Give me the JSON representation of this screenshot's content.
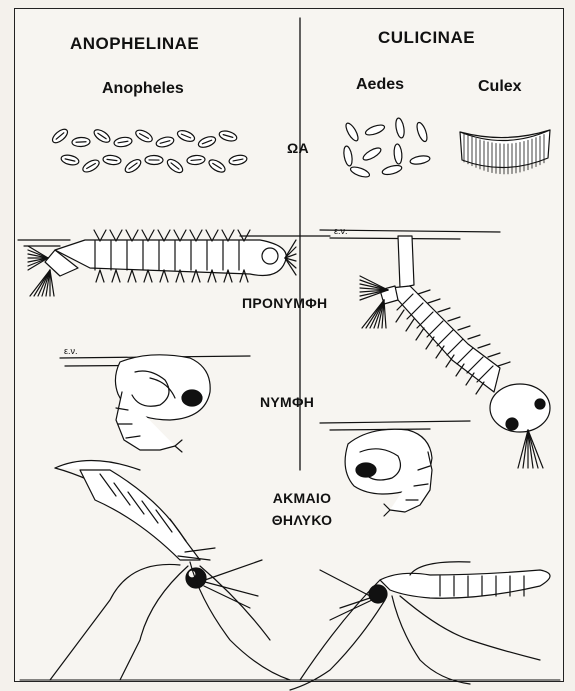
{
  "headings": {
    "left_subfamily": "ANOPHELINAE",
    "right_subfamily": "CULICINAE",
    "genus_anopheles": "Anopheles",
    "genus_aedes": "Aedes",
    "genus_culex": "Culex"
  },
  "stages": {
    "eggs": "ΩΑ",
    "larva": "ΠΡΟΝΥΜΦΗ",
    "pupa": "ΝΥΜΦΗ",
    "adult_line1": "ΑΚΜΑΙΟ",
    "adult_line2": "ΘΗΛΥΚΟ"
  },
  "surface_marks": {
    "left": "ε.ν.",
    "right": "ε.ν."
  },
  "colors": {
    "ink": "#111111",
    "paper": "#f7f5f1"
  }
}
